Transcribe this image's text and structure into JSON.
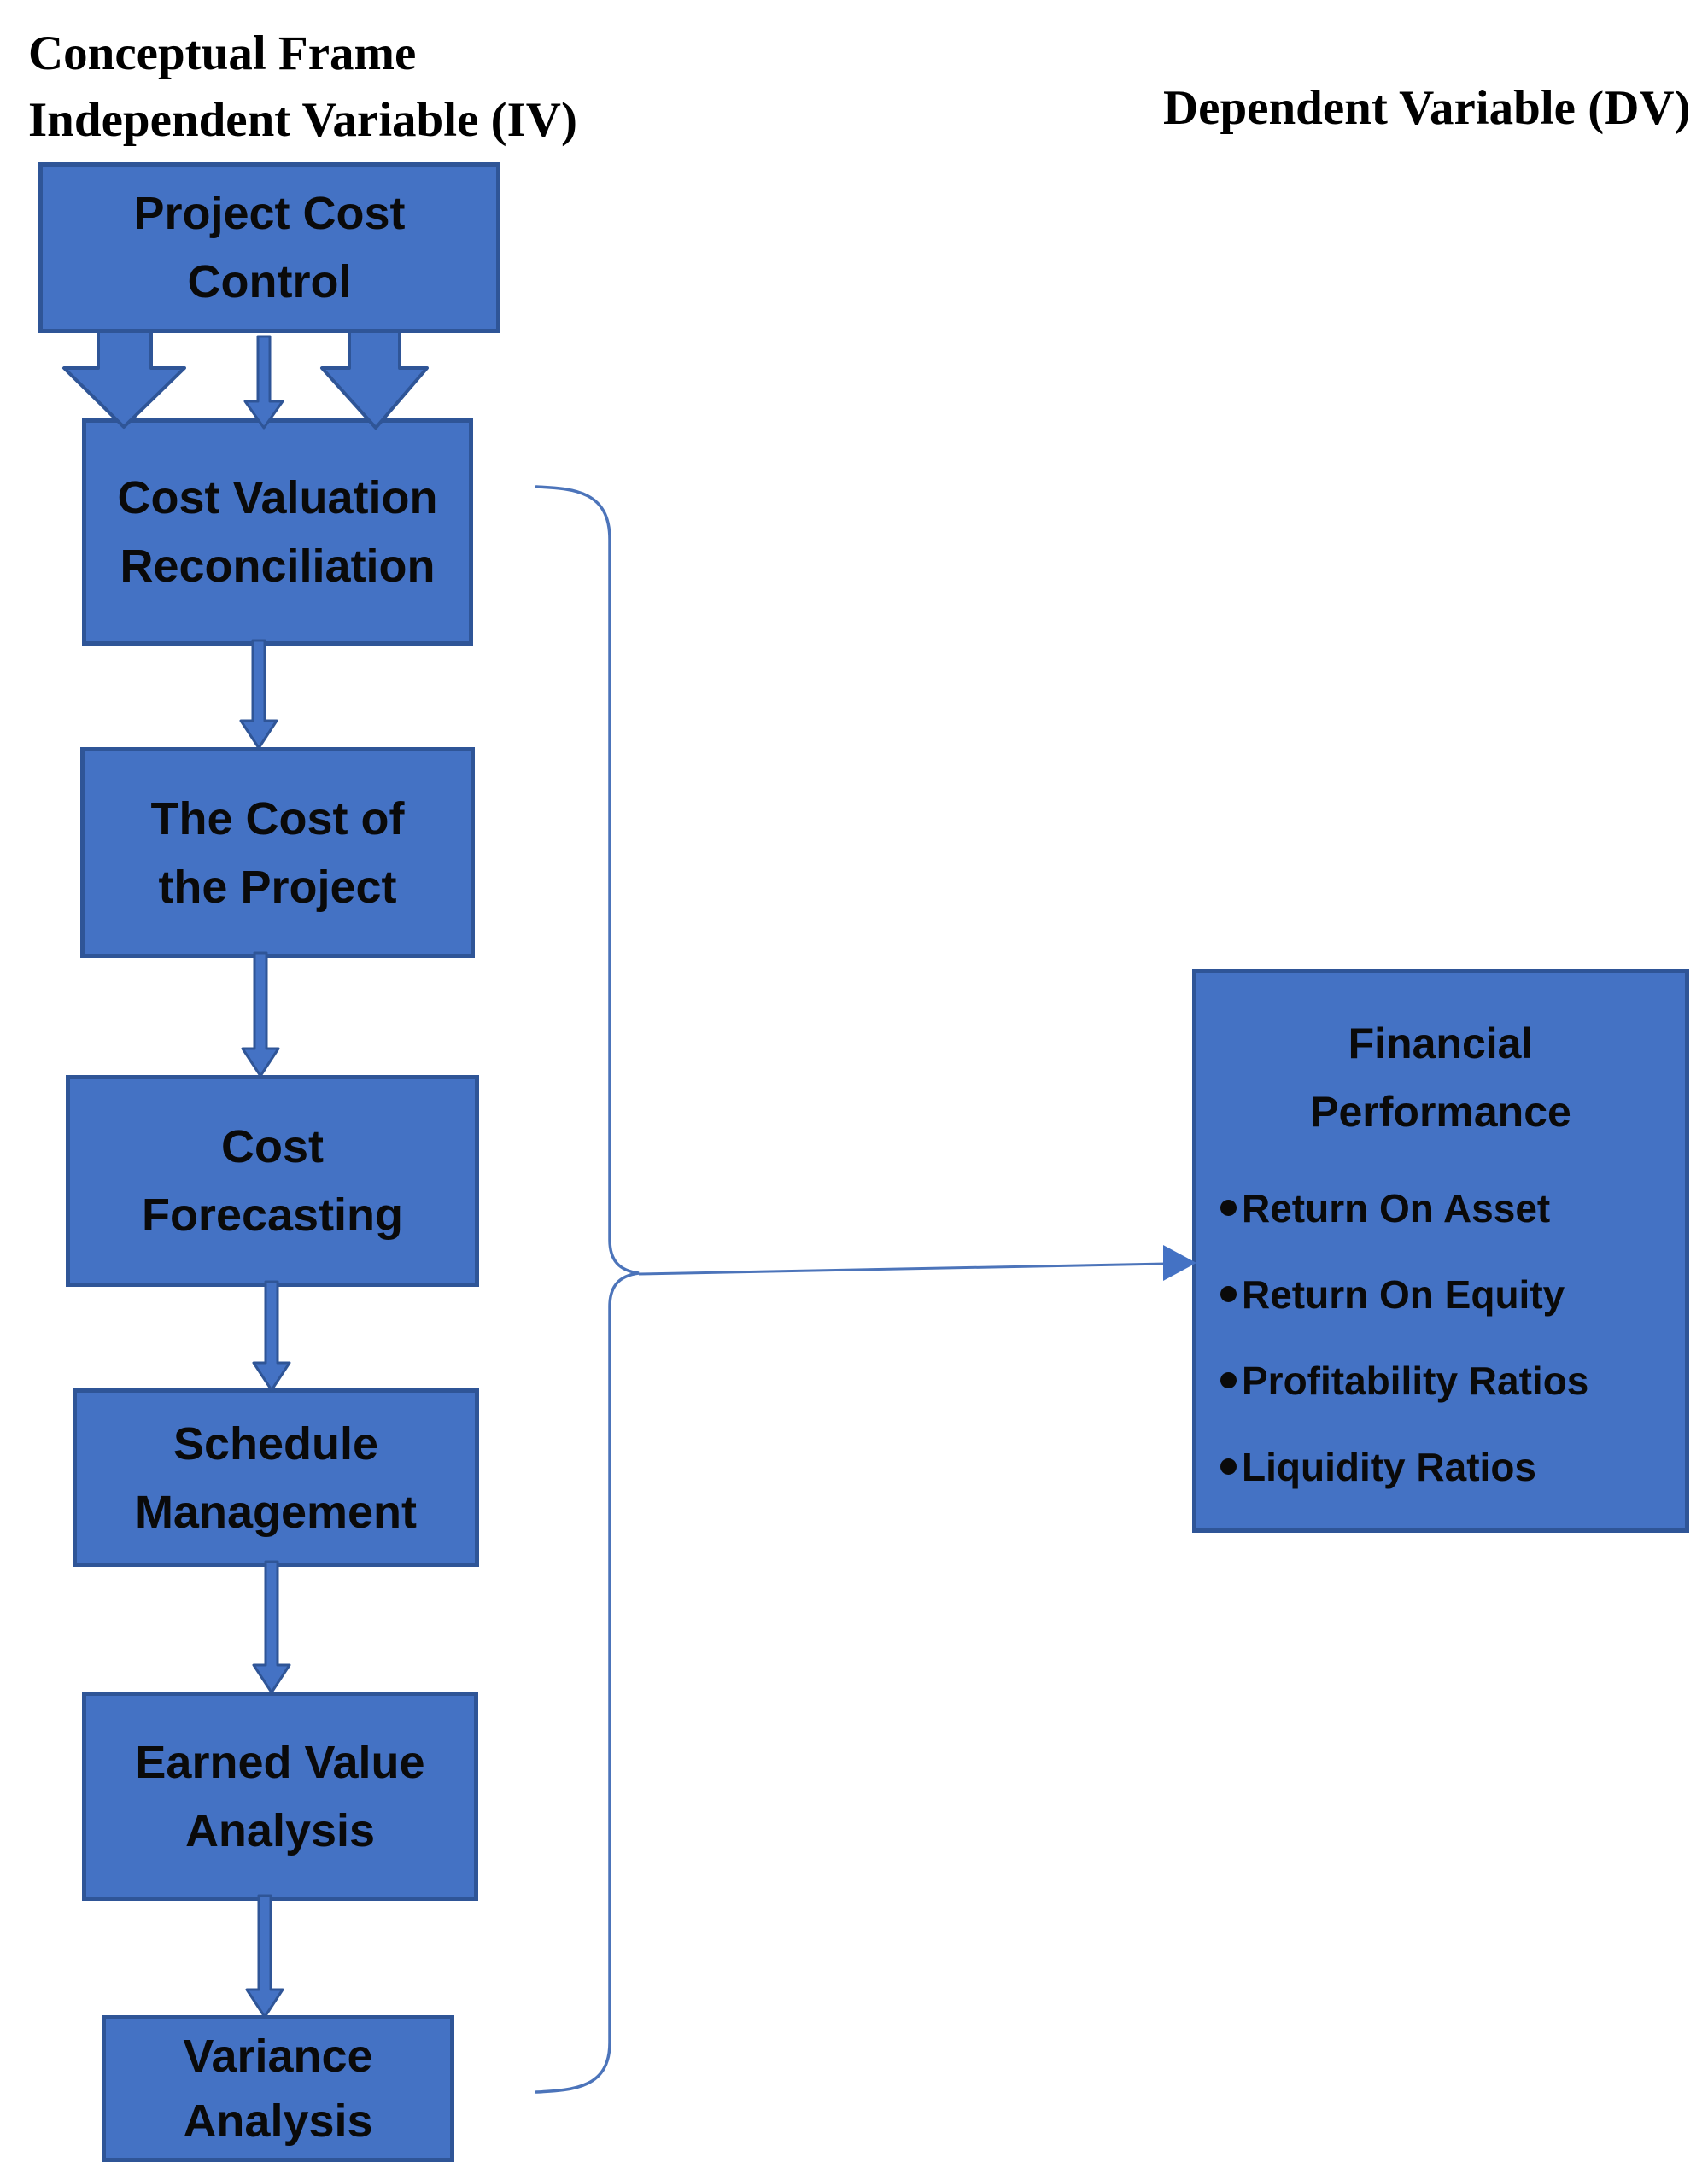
{
  "header": {
    "conceptual_frame_line": "Conceptual Frame",
    "independent_variable_line": "Independent Variable (IV)",
    "dependent_variable_label": "Dependent Variable (DV)"
  },
  "independent_variables": {
    "boxes": [
      {
        "line1": "Project Cost",
        "line2": "Control"
      },
      {
        "line1": "Cost Valuation",
        "line2": "Reconciliation"
      },
      {
        "line1": "The Cost of",
        "line2": "the Project"
      },
      {
        "line1": "Cost",
        "line2": "Forecasting"
      },
      {
        "line1": "Schedule",
        "line2": "Management"
      },
      {
        "line1": "Earned Value",
        "line2": "Analysis"
      },
      {
        "line1": "Variance",
        "line2": "Analysis"
      }
    ]
  },
  "dependent_variable": {
    "title_line1": "Financial",
    "title_line2": "Performance",
    "bullets": [
      "Return On Asset",
      "Return On Equity",
      "Profitability Ratios",
      "Liquidity Ratios"
    ]
  },
  "colors": {
    "box_fill": "#4472C4",
    "box_border": "#2F5597",
    "connector_line": "#4C74BA",
    "text": "#000000",
    "background": "#FFFFFF"
  }
}
